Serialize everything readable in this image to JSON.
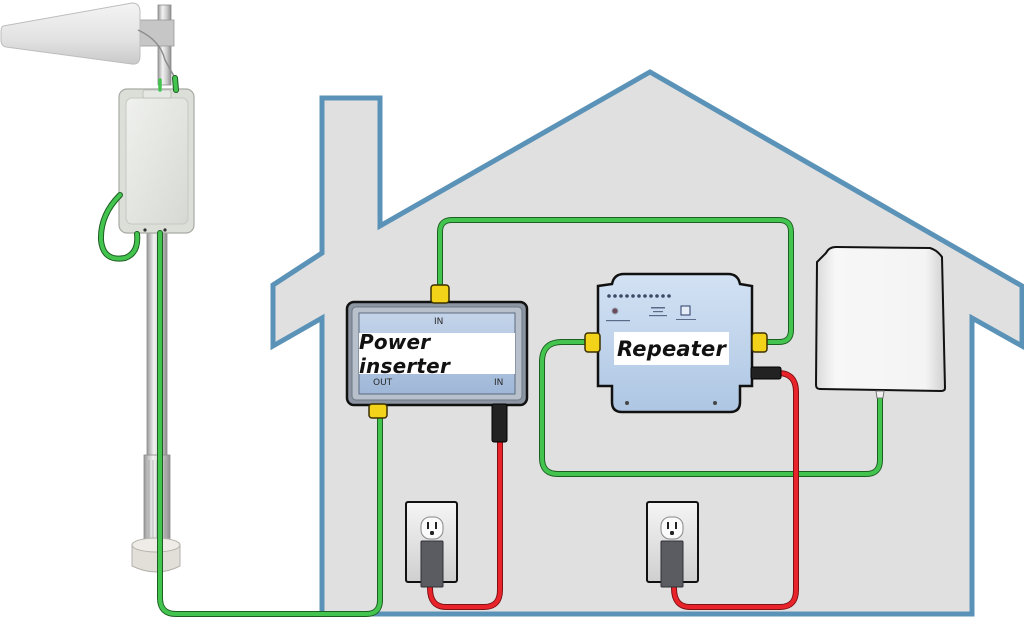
{
  "diagram": {
    "title": "",
    "scene": "Cell signal booster installation diagram",
    "colors": {
      "house_outline": "#5b93b8",
      "house_fill": "#e0e0e0",
      "coax_cable": "#3fbf4a",
      "power_cable": "#e8232a",
      "connector": "#f3d21a",
      "device_blue": "#c7d9ee"
    },
    "components": {
      "outdoor_antenna": {
        "name": "Outdoor Yagi antenna",
        "label": ""
      },
      "outdoor_unit": {
        "name": "Outdoor unit",
        "label": ""
      },
      "power_inserter": {
        "label": "Power inserter",
        "port_top": "IN",
        "port_bottom_left": "OUT",
        "port_bottom_right": "IN"
      },
      "repeater": {
        "label": "Repeater"
      },
      "indoor_antenna": {
        "name": "Indoor panel antenna",
        "label": ""
      },
      "outlet_1": {
        "name": "Wall outlet"
      },
      "outlet_2": {
        "name": "Wall outlet"
      }
    },
    "connections": [
      {
        "from": "outdoor_antenna",
        "to": "outdoor_unit",
        "type": "coax"
      },
      {
        "from": "outdoor_unit",
        "to": "power_inserter.OUT",
        "type": "coax"
      },
      {
        "from": "power_inserter.IN_top",
        "to": "repeater.right",
        "type": "coax"
      },
      {
        "from": "repeater.left",
        "to": "indoor_antenna",
        "type": "coax"
      },
      {
        "from": "outlet_1",
        "to": "power_inserter.IN_power",
        "type": "power"
      },
      {
        "from": "outlet_2",
        "to": "repeater.power",
        "type": "power"
      }
    ]
  }
}
